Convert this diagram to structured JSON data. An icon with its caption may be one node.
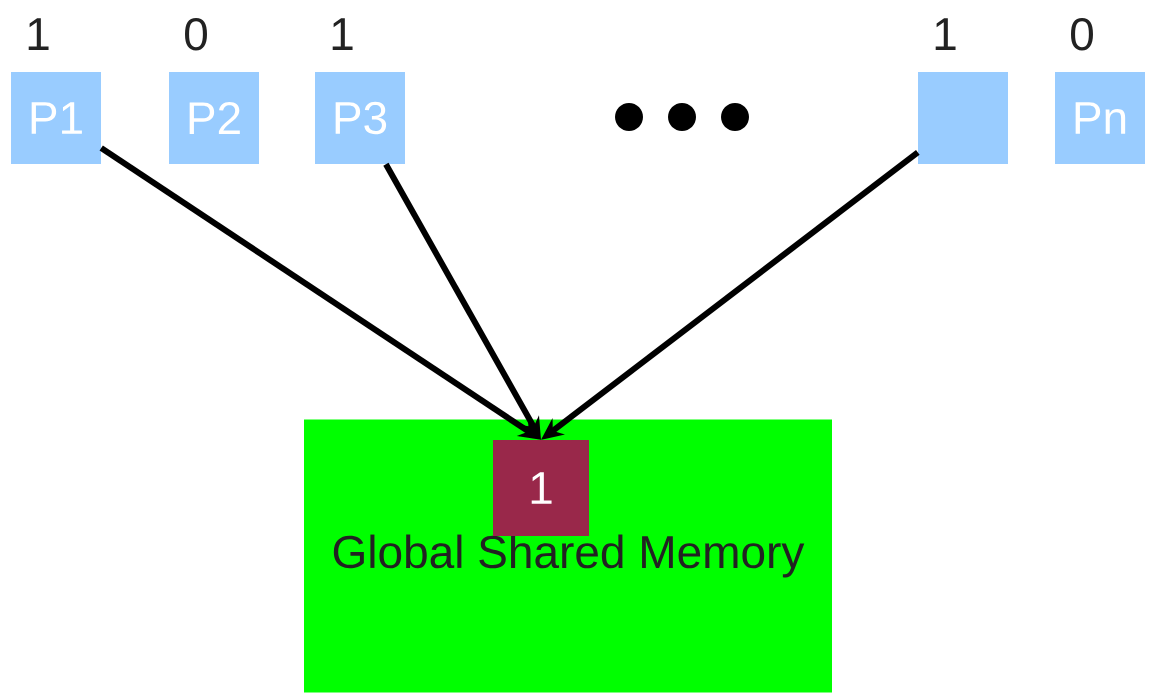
{
  "diagram": {
    "nodes": [
      {
        "text": [
          "P1"
        ],
        "beside": [
          "1"
        ]
      },
      {
        "text": [
          "P2"
        ],
        "beside": [
          "0"
        ]
      },
      {
        "text": [
          "P3"
        ],
        "beside": [
          "1"
        ]
      },
      {
        "text": [],
        "shape": "box",
        "beside": [
          "1"
        ]
      },
      {
        "text": [
          "Pn"
        ],
        "beside": [
          "0"
        ]
      },
      {
        "text": [
          "Global Shared Memory"
        ]
      },
      {
        "text": [
          "1"
        ],
        "in": 5
      }
    ],
    "edges": [
      {
        "from": 0,
        "to": 6,
        "arrow": "to"
      },
      {
        "from": 2,
        "to": 6,
        "arrow": "to"
      },
      {
        "from": 3,
        "to": 6,
        "arrow": "to"
      }
    ]
  }
}
